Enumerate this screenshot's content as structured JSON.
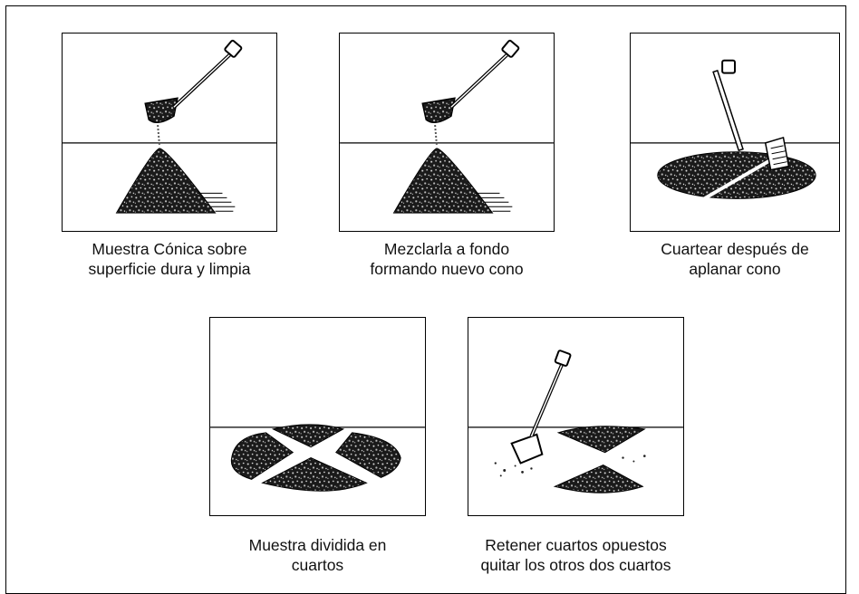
{
  "steps": [
    {
      "line1": "Muestra Cónica sobre",
      "line2": "superficie dura y limpia",
      "image": "conical-sample-pour"
    },
    {
      "line1": "Mezclarla a fondo",
      "line2": "formando nuevo cono",
      "image": "remix-cone"
    },
    {
      "line1": "Cuartear después de",
      "line2": "aplanar cono",
      "image": "flatten-and-quarter"
    },
    {
      "line1": "Muestra dividida en",
      "line2": "cuartos",
      "image": "divided-quarters"
    },
    {
      "line1": "Retener cuartos opuestos",
      "line2": "quitar los otros dos cuartos",
      "image": "retain-opposite-quarters"
    }
  ]
}
